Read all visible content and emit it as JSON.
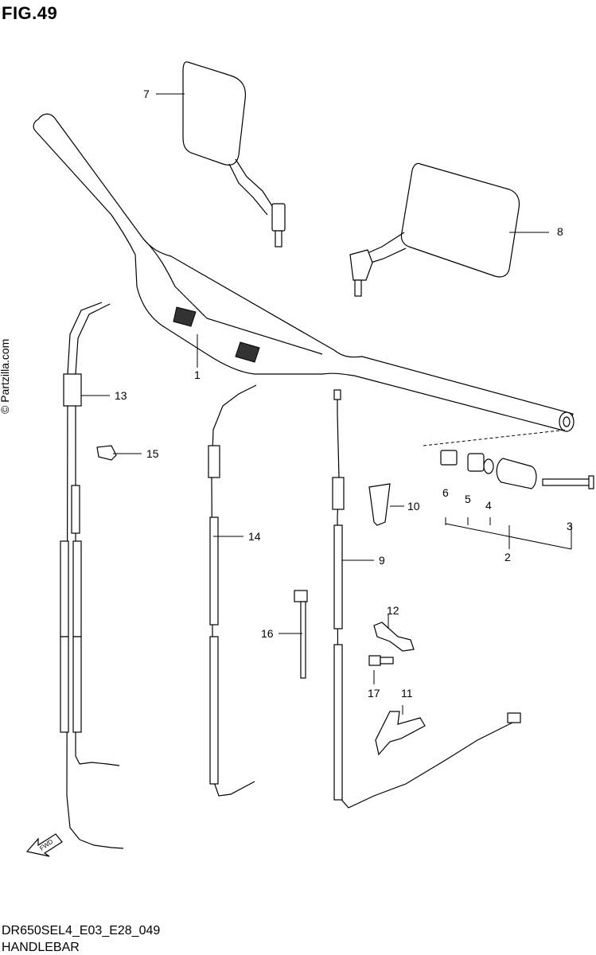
{
  "figure": {
    "title": "FIG.49",
    "watermark": "© Partzilla.com",
    "code": "DR650SEL4_E03_E28_049",
    "name": "HANDLEBAR",
    "fwd_label": "FWD"
  },
  "callouts": [
    {
      "id": "1",
      "label": "1"
    },
    {
      "id": "2",
      "label": "2"
    },
    {
      "id": "3",
      "label": "3"
    },
    {
      "id": "4",
      "label": "4"
    },
    {
      "id": "5",
      "label": "5"
    },
    {
      "id": "6",
      "label": "6"
    },
    {
      "id": "7",
      "label": "7"
    },
    {
      "id": "8",
      "label": "8"
    },
    {
      "id": "9",
      "label": "9"
    },
    {
      "id": "10",
      "label": "10"
    },
    {
      "id": "11",
      "label": "11"
    },
    {
      "id": "12",
      "label": "12"
    },
    {
      "id": "13",
      "label": "13"
    },
    {
      "id": "14",
      "label": "14"
    },
    {
      "id": "15",
      "label": "15"
    },
    {
      "id": "16",
      "label": "16"
    },
    {
      "id": "17",
      "label": "17"
    }
  ]
}
